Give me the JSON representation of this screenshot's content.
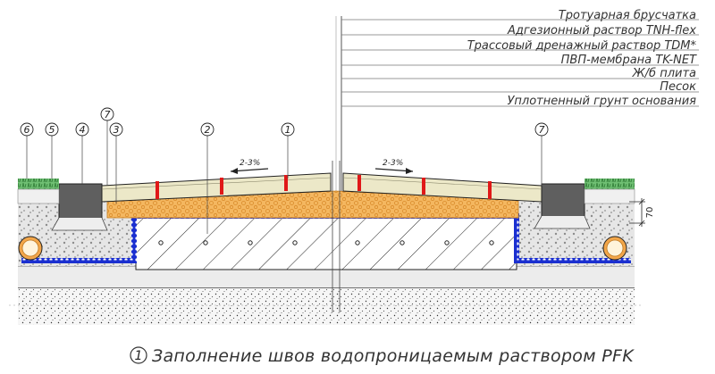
{
  "layers": [
    "Тротуарная брусчатка",
    "Адгезионный раствор TNH-flex",
    "Трассовый дренажный раствор TDM*",
    "ПВП-мембрана TK-NET",
    "Ж/б плита",
    "Песок",
    "Уплотненный грунт основания"
  ],
  "callouts": {
    "n1": "1",
    "n2": "2",
    "n3": "3",
    "n4": "4",
    "n5": "5",
    "n6": "6",
    "n7a": "7",
    "n7b": "7"
  },
  "slope_left": "2-3%",
  "slope_right": "2-3%",
  "dimension": "70",
  "note": {
    "number": "1",
    "text": "Заполнение швов водопроницаемым раствором PFK"
  },
  "colors": {
    "paver": "#ece8c8",
    "mortar": "#f2b25a",
    "membrane": "#1a2fd0",
    "joint": "#e01818",
    "curb": "#5a5a5a",
    "grass": "#3e9a45",
    "sand": "#d8d8d8"
  }
}
